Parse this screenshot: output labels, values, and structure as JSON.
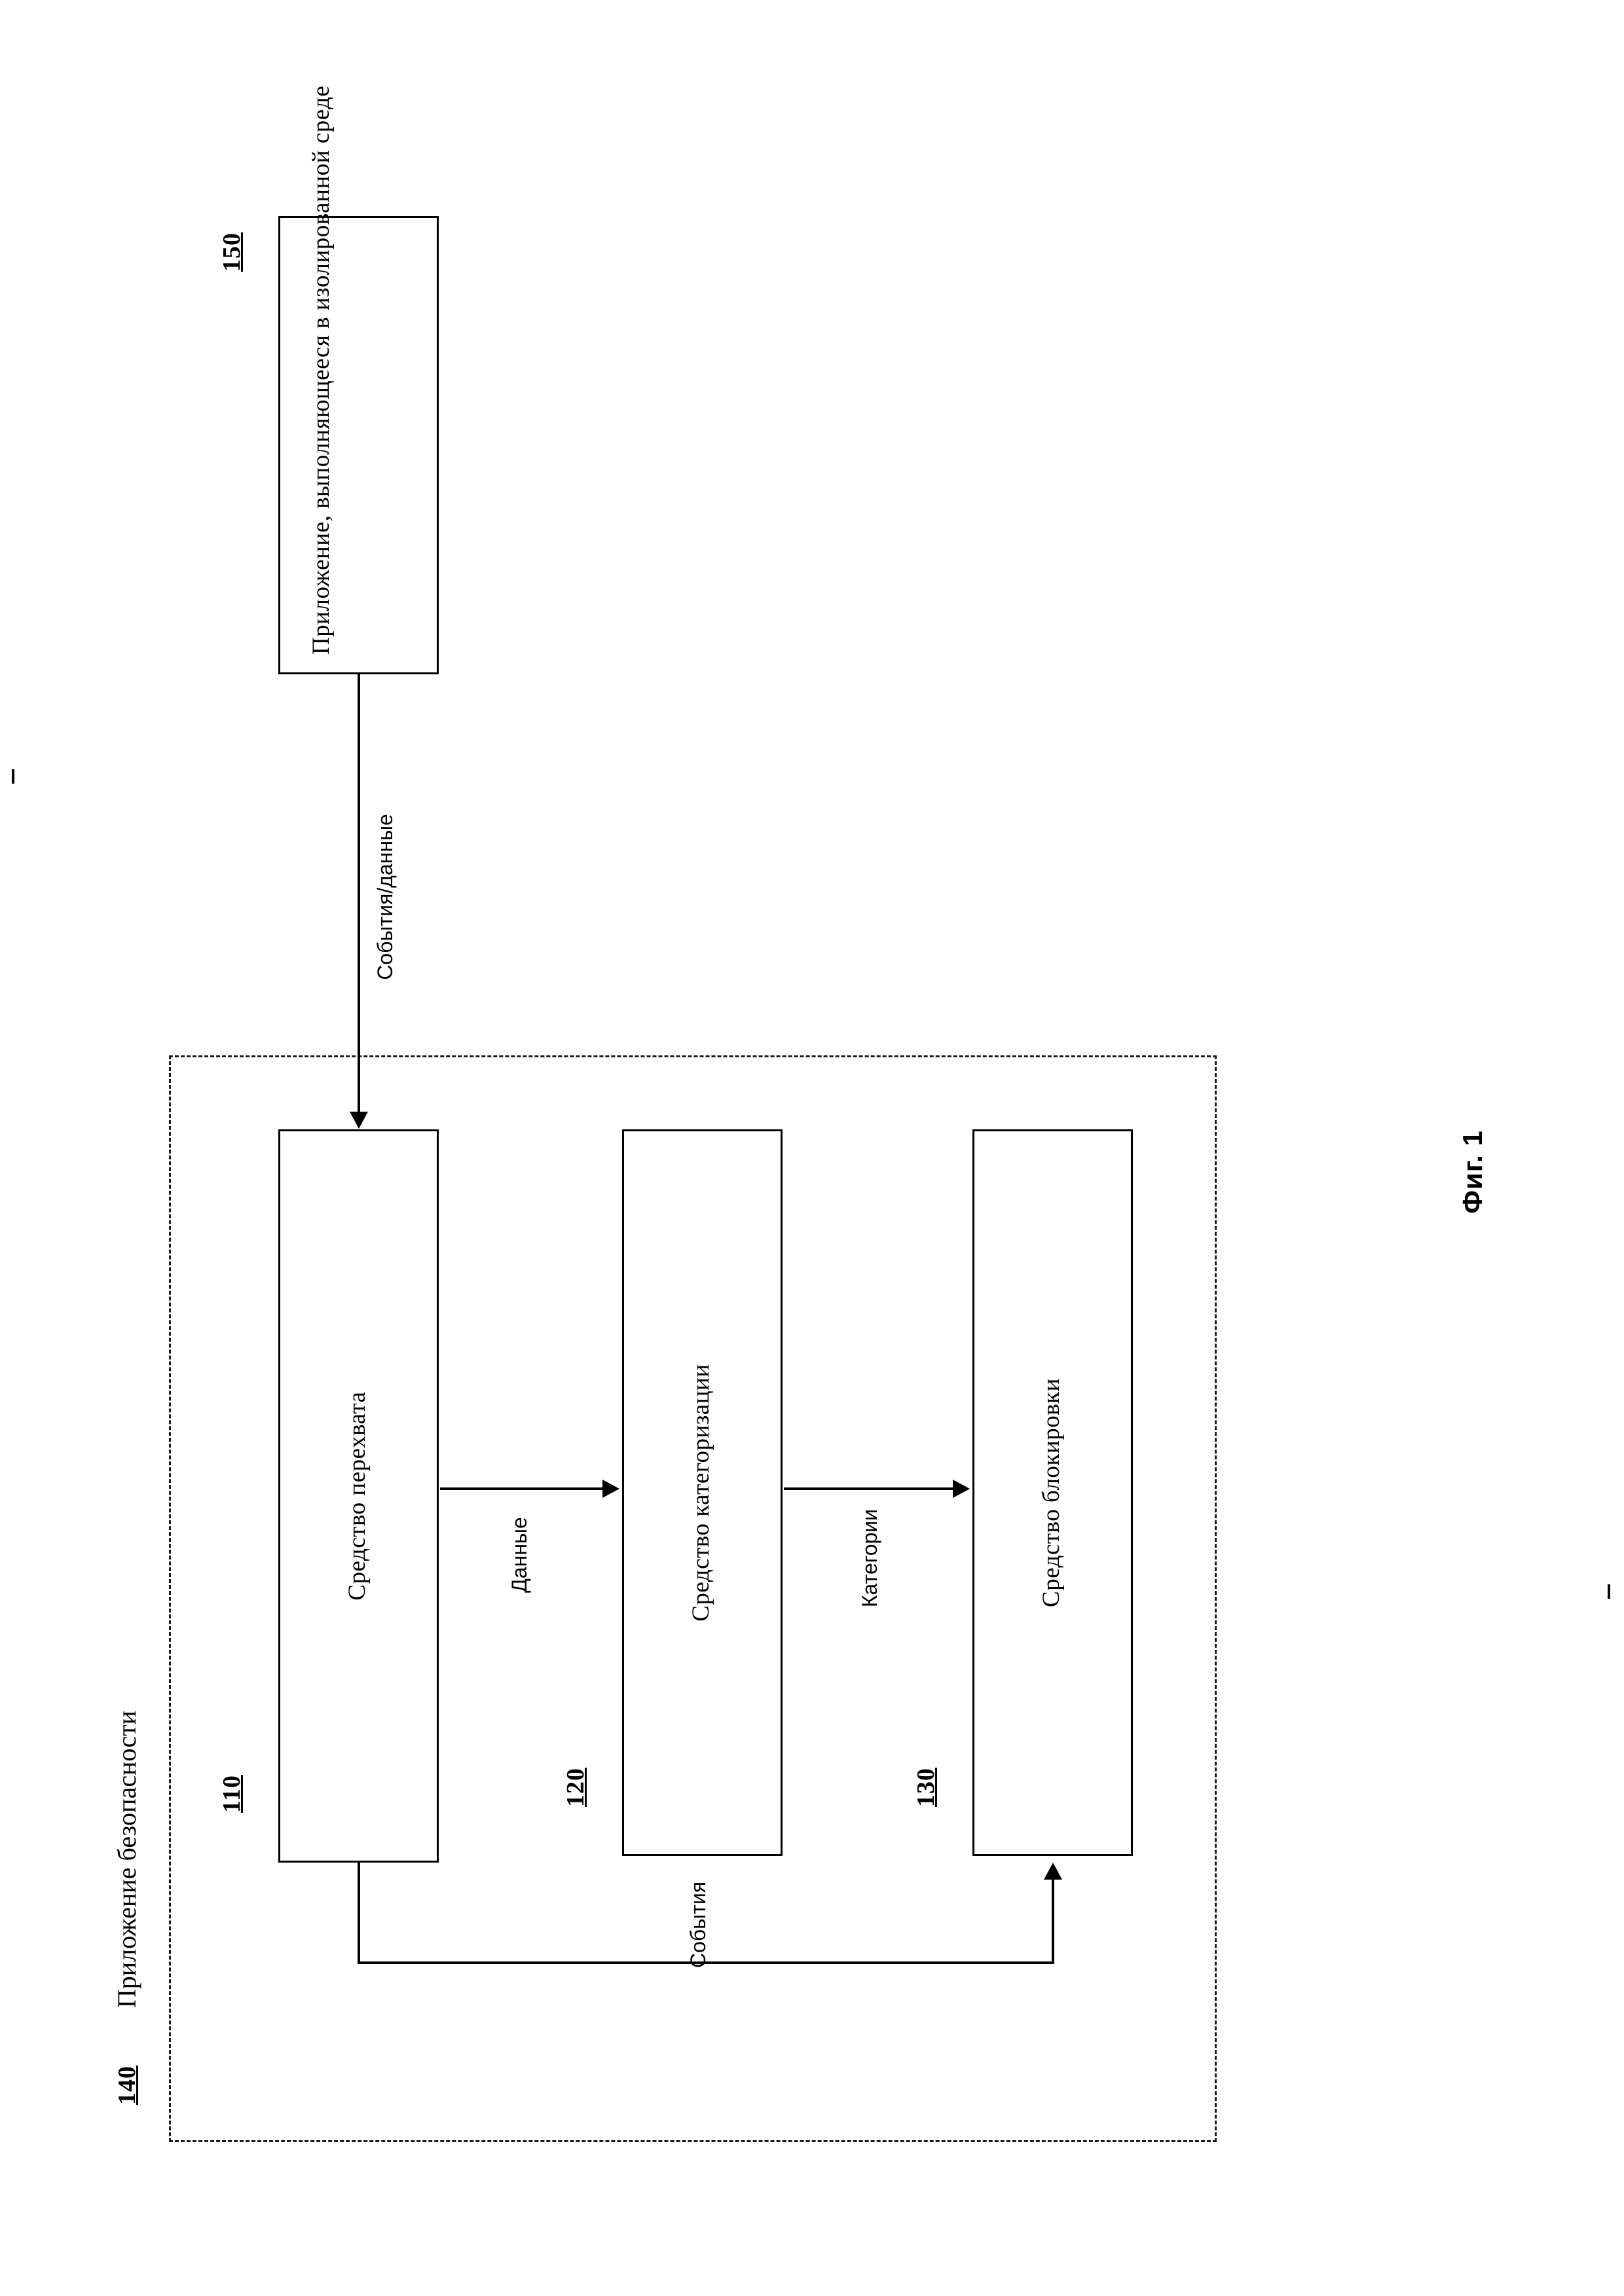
{
  "figure": {
    "caption": "Фиг. 1"
  },
  "boundary": {
    "label": "Приложение безопасности",
    "ref": "140"
  },
  "nodes": [
    {
      "id": "intercept",
      "label": "Средство перехвата",
      "ref": "110"
    },
    {
      "id": "categorize",
      "label": "Средство категоризации",
      "ref": "120"
    },
    {
      "id": "block",
      "label": "Средство блокировки",
      "ref": "130"
    },
    {
      "id": "sandbox-app",
      "label": "Приложение, выполняющееся в изолированной среде",
      "ref": "150"
    }
  ],
  "edges": [
    {
      "id": "events-data",
      "label": "События/данные",
      "from": "sandbox-app",
      "to": "intercept"
    },
    {
      "id": "data",
      "label": "Данные",
      "from": "intercept",
      "to": "categorize"
    },
    {
      "id": "categories",
      "label": "Категории",
      "from": "categorize",
      "to": "block"
    },
    {
      "id": "events",
      "label": "События",
      "from": "intercept",
      "to": "block"
    }
  ]
}
